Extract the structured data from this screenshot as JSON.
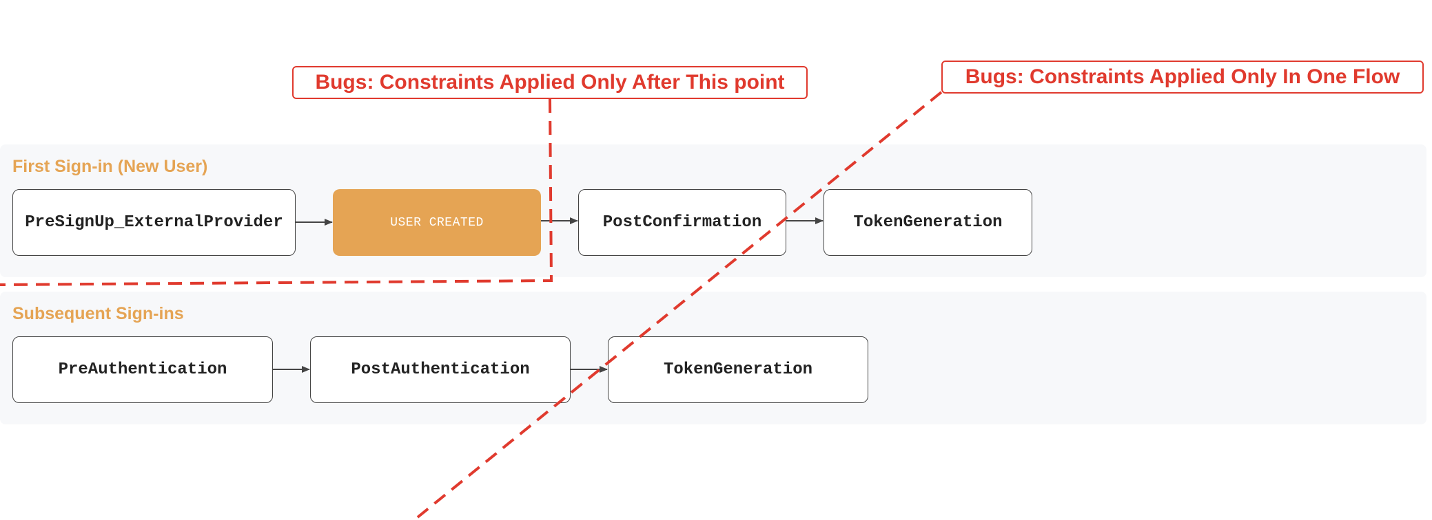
{
  "colors": {
    "lane_background": "#f7f8fa",
    "lane_title": "#e5a454",
    "highlight_node": "#e5a454",
    "callout": "#e03a2e",
    "arrow": "#444444"
  },
  "lanes": {
    "first": {
      "title": "First Sign-in (New User)",
      "nodes": [
        "PreSignUp_ExternalProvider",
        "USER CREATED",
        "PostConfirmation",
        "TokenGeneration"
      ]
    },
    "subsequent": {
      "title": "Subsequent Sign-ins",
      "nodes": [
        "PreAuthentication",
        "PostAuthentication",
        "TokenGeneration"
      ]
    }
  },
  "callouts": {
    "after_point": "Bugs: Constraints Applied Only After This point",
    "one_flow": "Bugs: Constraints Applied Only In One Flow"
  }
}
